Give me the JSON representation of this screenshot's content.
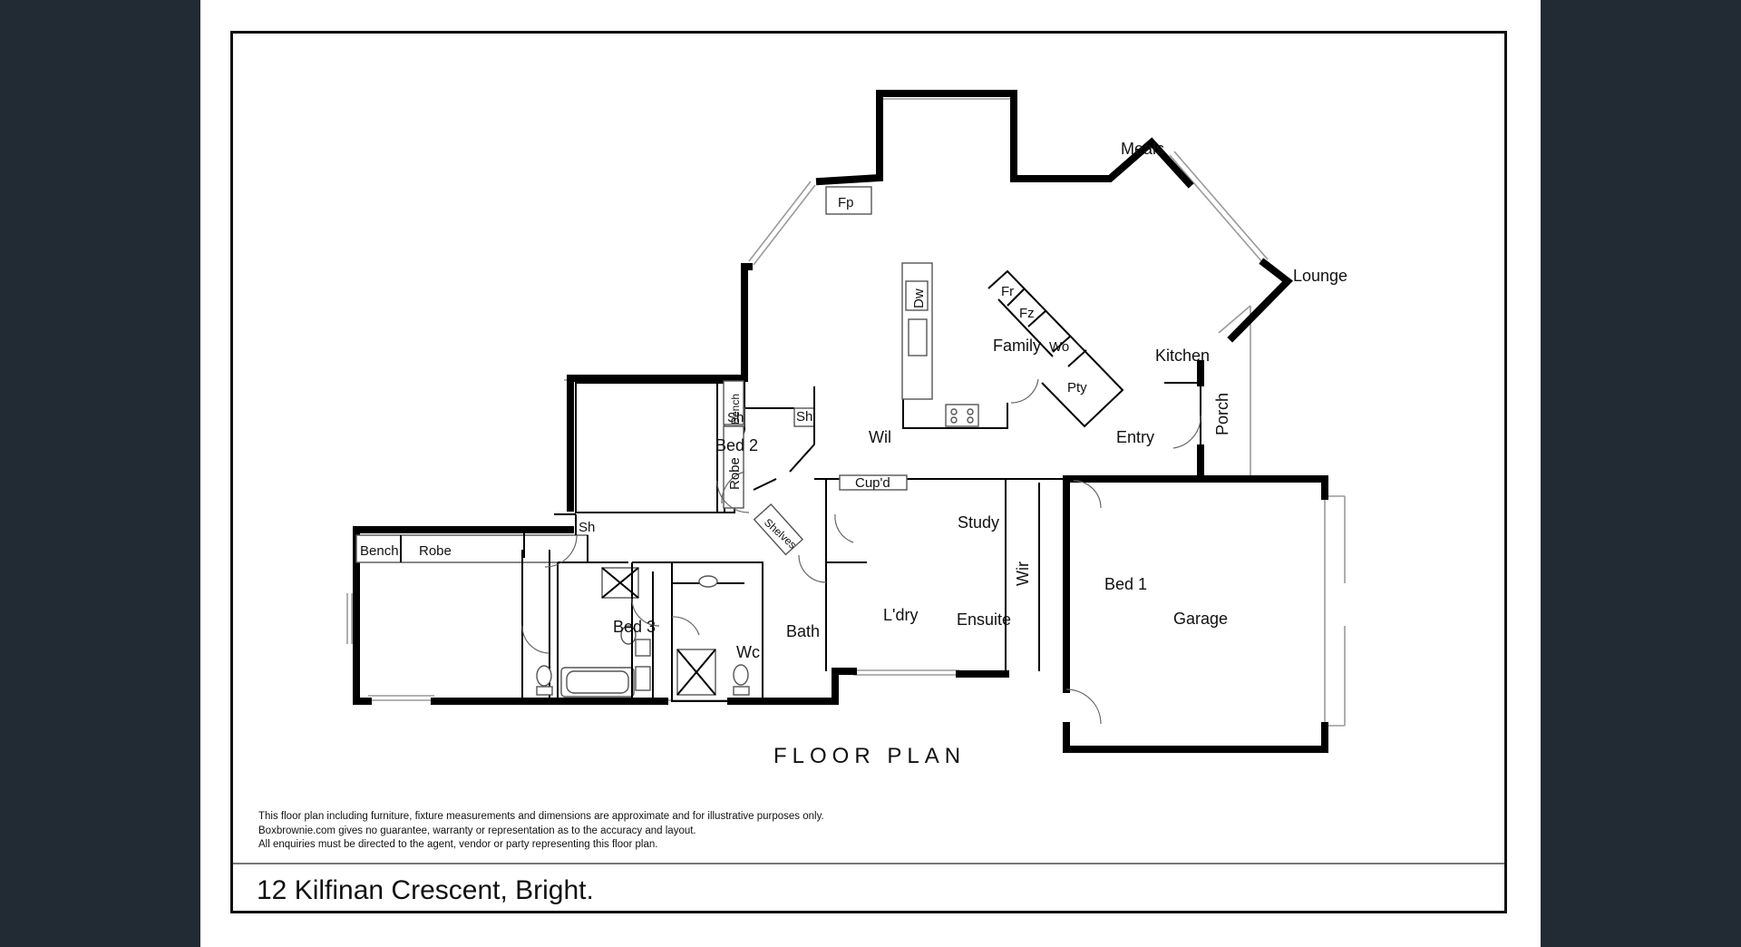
{
  "plan": {
    "title": "FLOOR PLAN",
    "address": "12 Kilfinan Crescent, Bright.",
    "disclaimer": [
      "This floor plan including furniture, fixture measurements and dimensions are approximate and for illustrative purposes only.",
      "Boxbrownie.com gives no guarantee, warranty or representation as to the accuracy and layout.",
      "All enquiries must be directed to the agent, vendor or party representing this floor plan."
    ]
  },
  "rooms": {
    "meals": "Meals",
    "lounge": "Lounge",
    "family": "Family",
    "kitchen": "Kitchen",
    "entry": "Entry",
    "porch": "Porch",
    "bed1": "Bed 1",
    "bed2": "Bed 2",
    "bed3": "Bed 3",
    "study": "Study",
    "garage": "Garage",
    "bath": "Bath",
    "ensuite": "Ensuite",
    "laundry": "L'dry",
    "wc": "Wc",
    "wil": "Wil",
    "wir": "Wir"
  },
  "fixtures": {
    "fp": "Fp",
    "dw": "Dw",
    "fr": "Fr",
    "fz": "Fz",
    "wo": "Wo",
    "pty": "Pty",
    "cupd": "Cup'd",
    "bench_bed2": "Bench",
    "robe_bed2": "Robe",
    "sh_wil_left": "Sh",
    "sh_wil_right": "Sh",
    "sh_bed3": "Sh",
    "bench_bed3": "Bench",
    "robe_bed3": "Robe",
    "shelves": "Shelves"
  }
}
